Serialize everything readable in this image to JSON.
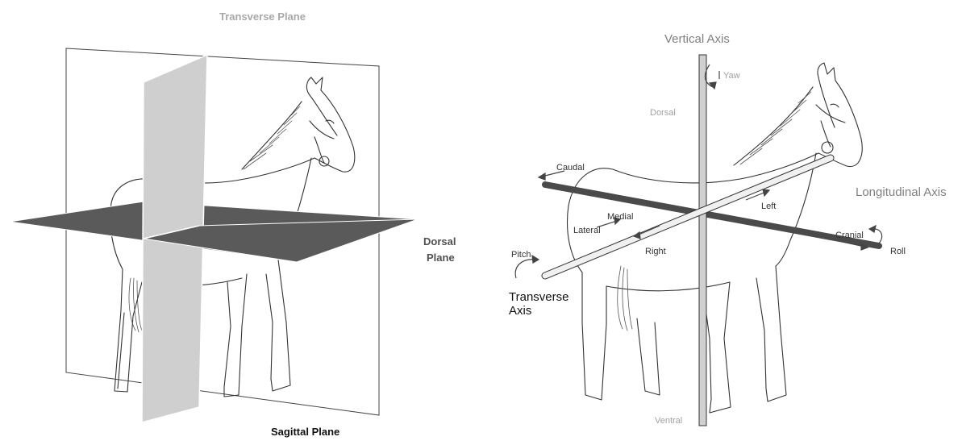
{
  "left_diagram": {
    "labels": {
      "transverse_plane": "Transverse Plane",
      "dorsal_plane_line1": "Dorsal",
      "dorsal_plane_line2": "Plane",
      "sagittal_plane": "Sagittal Plane"
    }
  },
  "right_diagram": {
    "axes": {
      "vertical": "Vertical Axis",
      "longitudinal": "Longitudinal Axis",
      "transverse_line1": "Transverse",
      "transverse_line2": "Axis"
    },
    "directions": {
      "yaw": "Yaw",
      "dorsal": "Dorsal",
      "caudal": "Caudal",
      "medial": "Medial",
      "lateral": "Lateral",
      "right": "Right",
      "left": "Left",
      "cranial": "Cranial",
      "roll": "Roll",
      "pitch": "Pitch",
      "ventral": "Ventral"
    }
  },
  "colors": {
    "dorsal_plane": "#5a5a5a",
    "sagittal_plane": "#cfcfcf",
    "plane_frame": "#ffffff",
    "axis_rod_dark": "#4a4a4a",
    "axis_rod_light": "#d0d0d0",
    "sketch_line": "#333333"
  }
}
